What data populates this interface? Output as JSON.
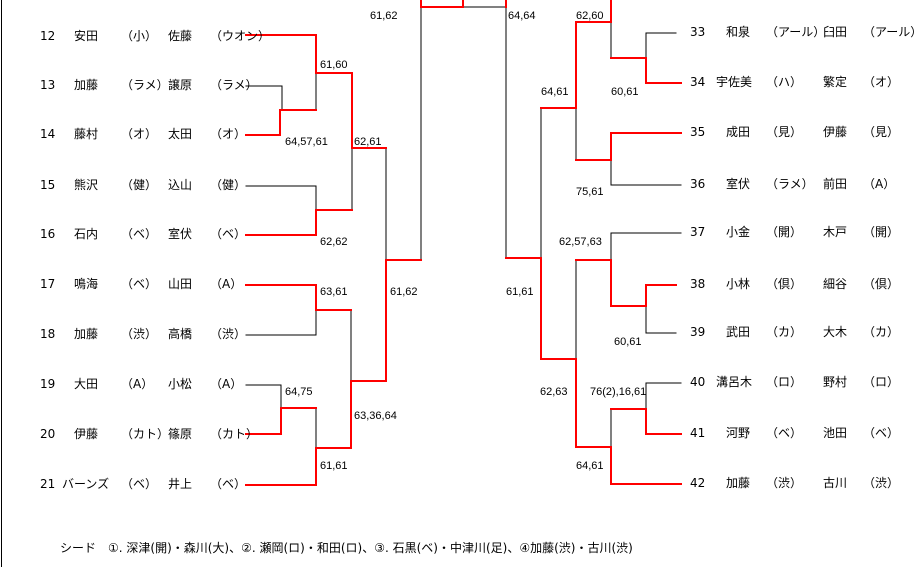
{
  "left_entries": [
    {
      "no": "12",
      "name1": "安田",
      "club1": "（小）",
      "name2": "佐藤",
      "club2": "（ウオン）"
    },
    {
      "no": "13",
      "name1": "加藤",
      "club1": "（ラメ）",
      "name2": "譲原",
      "club2": "（ラメ）"
    },
    {
      "no": "14",
      "name1": "藤村",
      "club1": "（オ）",
      "name2": "太田",
      "club2": "（オ）"
    },
    {
      "no": "15",
      "name1": "熊沢",
      "club1": "（健）",
      "name2": "込山",
      "club2": "（健）"
    },
    {
      "no": "16",
      "name1": "石内",
      "club1": "（ベ）",
      "name2": "室伏",
      "club2": "（ベ）"
    },
    {
      "no": "17",
      "name1": "鳴海",
      "club1": "（ベ）",
      "name2": "山田",
      "club2": "（A）"
    },
    {
      "no": "18",
      "name1": "加藤",
      "club1": "（渋）",
      "name2": "高橋",
      "club2": "（渋）"
    },
    {
      "no": "19",
      "name1": "大田",
      "club1": "（A）",
      "name2": "小松",
      "club2": "（A）"
    },
    {
      "no": "20",
      "name1": "伊藤",
      "club1": "（カト）",
      "name2": "篠原",
      "club2": "（カト）"
    },
    {
      "no": "21",
      "name1": "バーンズ",
      "club1": "（ベ）",
      "name2": "井上",
      "club2": "（ベ）"
    }
  ],
  "right_entries": [
    {
      "no": "33",
      "name1": "和泉",
      "club1": "（アール）",
      "name2": "臼田",
      "club2": "（アール）"
    },
    {
      "no": "34",
      "name1": "宇佐美",
      "club1": "（ハ）",
      "name2": "繁定",
      "club2": "（オ）"
    },
    {
      "no": "35",
      "name1": "成田",
      "club1": "（見）",
      "name2": "伊藤",
      "club2": "（見）"
    },
    {
      "no": "36",
      "name1": "室伏",
      "club1": "（ラメ）",
      "name2": "前田",
      "club2": "（A）"
    },
    {
      "no": "37",
      "name1": "小金",
      "club1": "（開）",
      "name2": "木戸",
      "club2": "（開）"
    },
    {
      "no": "38",
      "name1": "小林",
      "club1": "（倶）",
      "name2": "細谷",
      "club2": "（倶）"
    },
    {
      "no": "39",
      "name1": "武田",
      "club1": "（カ）",
      "name2": "大木",
      "club2": "（カ）"
    },
    {
      "no": "40",
      "name1": "溝呂木",
      "club1": "（ロ）",
      "name2": "野村",
      "club2": "（ロ）"
    },
    {
      "no": "41",
      "name1": "河野",
      "club1": "（ベ）",
      "name2": "池田",
      "club2": "（ベ）"
    },
    {
      "no": "42",
      "name1": "加藤",
      "club1": "（渋）",
      "name2": "古川",
      "club2": "（渋）"
    }
  ],
  "scores": {
    "l_top": "61,62",
    "l_12_1314": "61,60",
    "l_13_14": "64,57,61",
    "l_r3": "62,61",
    "l_15_16": "62,62",
    "l_17_18": "63,61",
    "l_semi": "61,62",
    "l_19_20": "64,75",
    "l_r3b": "63,36,64",
    "l_2021_21": "61,61",
    "r_top": "64,64",
    "r_33_34": "62,60",
    "r_q": "64,61",
    "r_34": "60,61",
    "r_35_36": "75,61",
    "r_37_3839": "62,57,63",
    "r_semi": "61,61",
    "r_38_39": "60,61",
    "r_r3b": "62,63",
    "r_40_41": "76(2),16,61",
    "r_41_42": "64,61"
  },
  "seeds": "シード　①. 深津(開)・森川(大)、②. 瀬岡(ロ)・和田(ロ)、③. 石黒(ベ)・中津川(足)、④加藤(渋)・古川(渋)",
  "colors": {
    "winner_line": "#ff0000",
    "line": "#000000"
  }
}
